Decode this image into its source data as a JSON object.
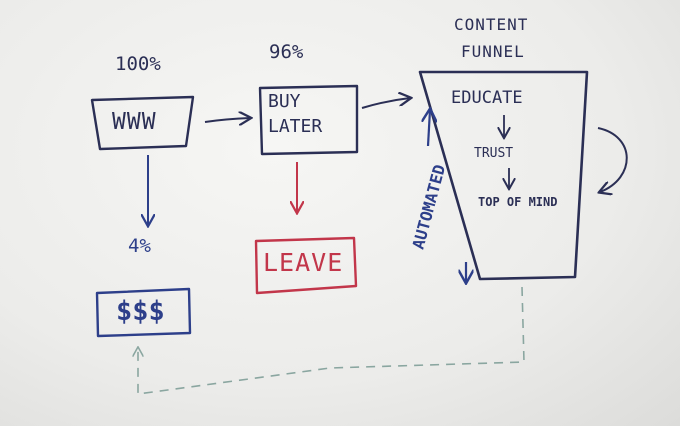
{
  "diagram": {
    "pct_www": "100%",
    "pct_buy_later": "96%",
    "pct_money": "4%",
    "box_www": "WWW",
    "box_buy_later_line1": "BUY",
    "box_buy_later_line2": "LATER",
    "box_money": "$$$",
    "box_leave": "LEAVE",
    "funnel_title_line1": "CONTENT",
    "funnel_title_line2": "FUNNEL",
    "funnel_steps": [
      "EDUCATE",
      "TRUST",
      "TOP OF MIND"
    ],
    "funnel_side_label": "AUTOMATED"
  },
  "colors": {
    "ink_dark": "#2b2f55",
    "ink_blue": "#2d3f8a",
    "ink_red": "#c2364a",
    "ink_green_dashed": "#8aa6a0"
  }
}
